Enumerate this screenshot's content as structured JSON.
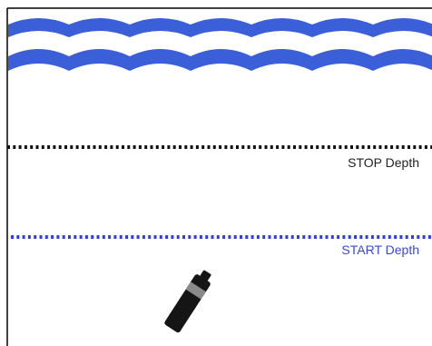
{
  "colors": {
    "water": "#3a5fd9",
    "stop_line": "#111111",
    "start_line": "#2f3fe0",
    "stop_text": "#222222",
    "start_text": "#3a4ad8",
    "border": "#000000",
    "device_body": "#151515",
    "device_band": "#8a8a8a"
  },
  "icons": {
    "water_surface": "wave-icon",
    "sensor": "sensor-device-icon"
  },
  "lines": {
    "stop": {
      "label": "STOP Depth",
      "style": "dotted"
    },
    "start": {
      "label": "START Depth",
      "style": "dotted"
    }
  }
}
